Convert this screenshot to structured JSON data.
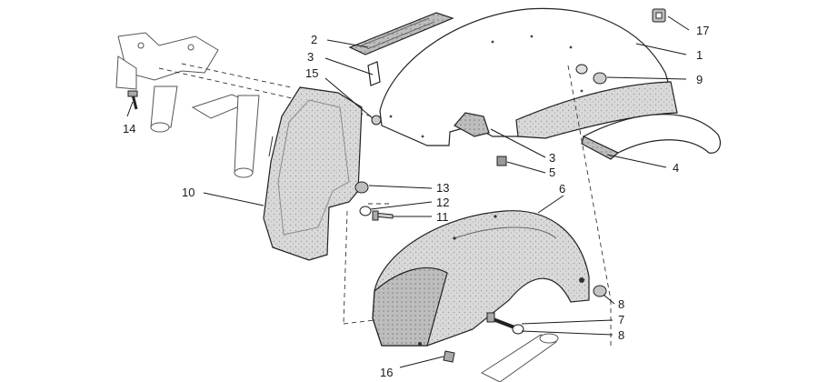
{
  "diagram": {
    "callouts": [
      "1",
      "2",
      "3",
      "3",
      "4",
      "5",
      "6",
      "7",
      "8",
      "8",
      "9",
      "10",
      "11",
      "12",
      "13",
      "14",
      "15",
      "16",
      "17"
    ]
  },
  "colors": {
    "line": "#1a1a1a",
    "part_fill": "#dcdcdc",
    "part_fill_dark": "#b9b9b9",
    "background": "#ffffff"
  }
}
